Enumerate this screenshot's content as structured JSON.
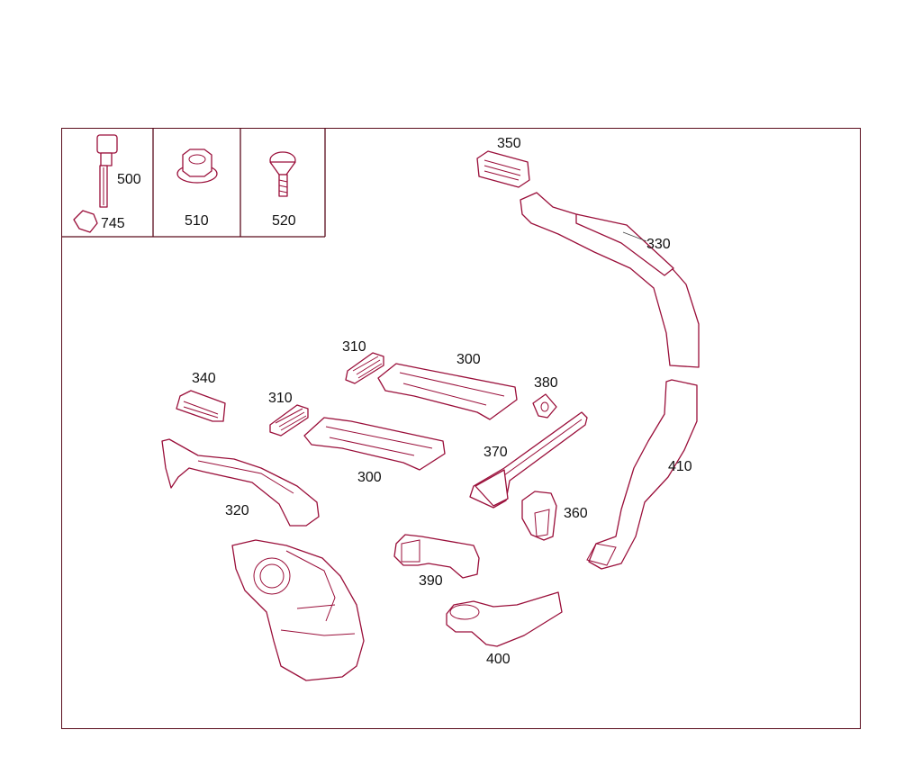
{
  "callouts": {
    "c500": "500",
    "c745": "745",
    "c510": "510",
    "c520": "520",
    "c350": "350",
    "c330": "330",
    "c310a": "310",
    "c300a": "300",
    "c340": "340",
    "c310b": "310",
    "c380": "380",
    "c370": "370",
    "c410": "410",
    "c300b": "300",
    "c320": "320",
    "c360": "360",
    "c390": "390",
    "c400": "400"
  },
  "colors": {
    "frame": "#5a0c1c",
    "part_outline": "#9a0f3a",
    "label_text": "#111111"
  }
}
